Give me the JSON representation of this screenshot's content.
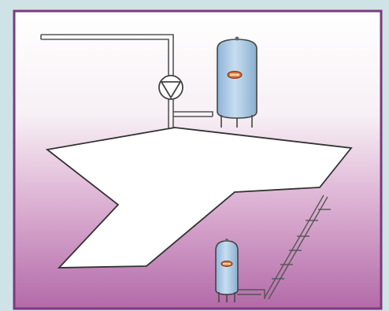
{
  "diagram": {
    "components": [
      {
        "kind": "pipe",
        "icon": "pipe-icon"
      },
      {
        "kind": "pump",
        "icon": "pump-icon"
      },
      {
        "kind": "pressure-vessel",
        "icon": "tank-icon",
        "count": 2
      },
      {
        "kind": "floor-slab",
        "icon": "slab-icon"
      },
      {
        "kind": "riser-with-branch-taps",
        "icon": "pipe-riser-icon"
      }
    ]
  },
  "colors": {
    "outer_background": "#cfe3e6",
    "frame_border": "#7d3a7e",
    "gradient_top": "#ffffff",
    "gradient_bottom": "#b36aa8",
    "slab_fill": "#ffffff",
    "line_color": "#555555",
    "tank_fill": "#a8c8e6",
    "tank_label": "#d96a3a"
  }
}
